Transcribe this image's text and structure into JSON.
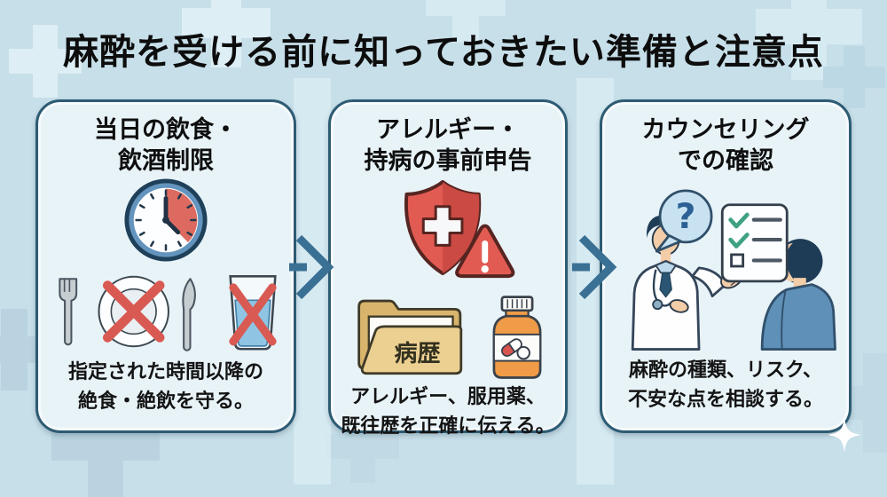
{
  "title": "麻酔を受ける前に知っておきたい準備と注意点",
  "cards": [
    {
      "title_lines": [
        "当日の飲食・",
        "飲酒制限"
      ],
      "desc_lines": [
        "指定された時間以降の",
        "絶食・絶飲を守る。"
      ],
      "icon_names": [
        "clock-icon",
        "no-eating-icon",
        "no-drinking-icon"
      ]
    },
    {
      "title_lines": [
        "アレルギー・",
        "持病の事前申告"
      ],
      "desc_lines": [
        "アレルギー、服用薬、",
        "既往歴を正確に伝える。"
      ],
      "folder_label": "病歴",
      "icon_names": [
        "medical-shield-icon",
        "warning-icon",
        "medical-history-folder-icon",
        "medicine-bottle-icon"
      ]
    },
    {
      "title_lines": [
        "カウンセリング",
        "での確認"
      ],
      "desc_lines": [
        "麻酔の種類、リスク、",
        "不安な点を相談する。"
      ],
      "icon_names": [
        "question-bubble-icon",
        "checklist-icon",
        "doctor-figure",
        "patient-figure"
      ]
    }
  ],
  "icons": {
    "question_glyph": "?"
  },
  "colors": {
    "background": "#c7dfe9",
    "card_background": "#e8f3f8",
    "card_border": "#2d5b73",
    "arrow_blue": "#3a7094",
    "alert_red": "#d9534f",
    "folder_tan": "#e4c584",
    "bottle_orange": "#ef9b47",
    "check_green": "#3fa183",
    "water_blue": "#8fc5e3",
    "title_text": "#0d0d0d"
  }
}
